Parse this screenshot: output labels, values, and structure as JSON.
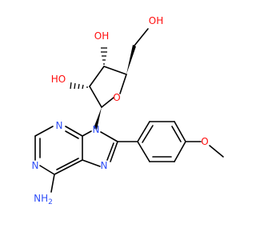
{
  "molecule": {
    "atoms": [
      {
        "id": "o_ring",
        "label": "O",
        "element": "O"
      },
      {
        "id": "oh_3",
        "label": "OH",
        "element": "O"
      },
      {
        "id": "oh_2",
        "label": "HO",
        "element": "O"
      },
      {
        "id": "oh_5",
        "label": "OH",
        "element": "O"
      },
      {
        "id": "n9",
        "label": "N",
        "element": "N"
      },
      {
        "id": "n3",
        "label": "N",
        "element": "N"
      },
      {
        "id": "n1",
        "label": "N",
        "element": "N"
      },
      {
        "id": "n7",
        "label": "N",
        "element": "N"
      },
      {
        "id": "nh2",
        "label": "NH",
        "sub": "2",
        "element": "N"
      },
      {
        "id": "o_methoxy",
        "label": "O",
        "element": "O"
      }
    ],
    "colors": {
      "bond": "#000000",
      "oxygen": "#ff0d0d",
      "nitrogen": "#3050f8"
    }
  }
}
